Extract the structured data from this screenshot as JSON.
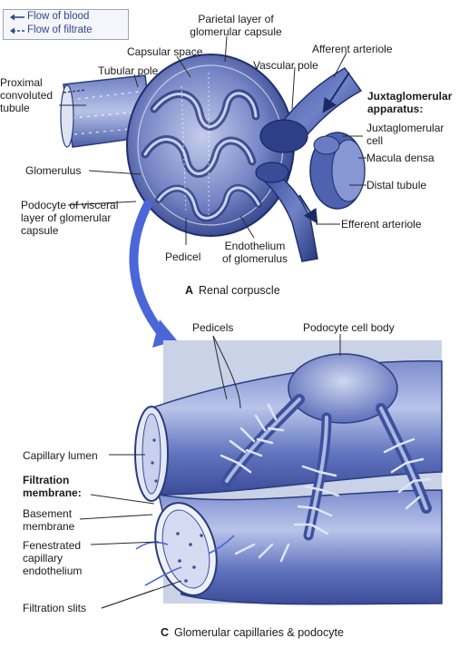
{
  "legend": {
    "blood": "Flow of blood",
    "filtrate": "Flow of filtrate"
  },
  "panel_a": {
    "labels": {
      "parietal_line1": "Parietal layer of",
      "parietal_line2": "glomerular capsule",
      "capsular_space": "Capsular space",
      "afferent": "Afferent arteriole",
      "tubular_pole": "Tubular pole",
      "vascular_pole": "Vascular pole",
      "proximal_line1": "Proximal",
      "proximal_line2": "convoluted",
      "proximal_line3": "tubule",
      "jga_line1": "Juxtaglomerular",
      "jga_line2": "apparatus:",
      "jg_cell_line1": "Juxtaglomerular",
      "jg_cell_line2": "cell",
      "macula": "Macula densa",
      "glomerulus": "Glomerulus",
      "distal": "Distal tubule",
      "podocyte_line1": "Podocyte of visceral",
      "podocyte_line2": "layer of glomerular",
      "podocyte_line3": "capsule",
      "efferent": "Efferent arteriole",
      "endothelium_line1": "Endothelium",
      "endothelium_line2": "of glomerulus",
      "pedicel": "Pedicel"
    },
    "caption_letter": "A",
    "caption_text": "Renal corpuscle"
  },
  "panel_c": {
    "labels": {
      "pedicels": "Pedicels",
      "podocyte_body": "Podocyte cell body",
      "capillary_lumen": "Capillary lumen",
      "filtration_line1": "Filtration",
      "filtration_line2": "membrane:",
      "basement_line1": "Basement",
      "basement_line2": "membrane",
      "fenestrated_line1": "Fenestrated",
      "fenestrated_line2": "capillary",
      "fenestrated_line3": "endothelium",
      "slits": "Filtration slits"
    },
    "caption_letter": "C",
    "caption_text": "Glomerular capillaries & podocyte"
  },
  "colors": {
    "blue_dark": "#2c3f86",
    "blue_mid": "#5a6fb8",
    "blue_light": "#aab7e0",
    "arrow_blue": "#4a66d8",
    "panel_bg": "#c9d2e6"
  }
}
